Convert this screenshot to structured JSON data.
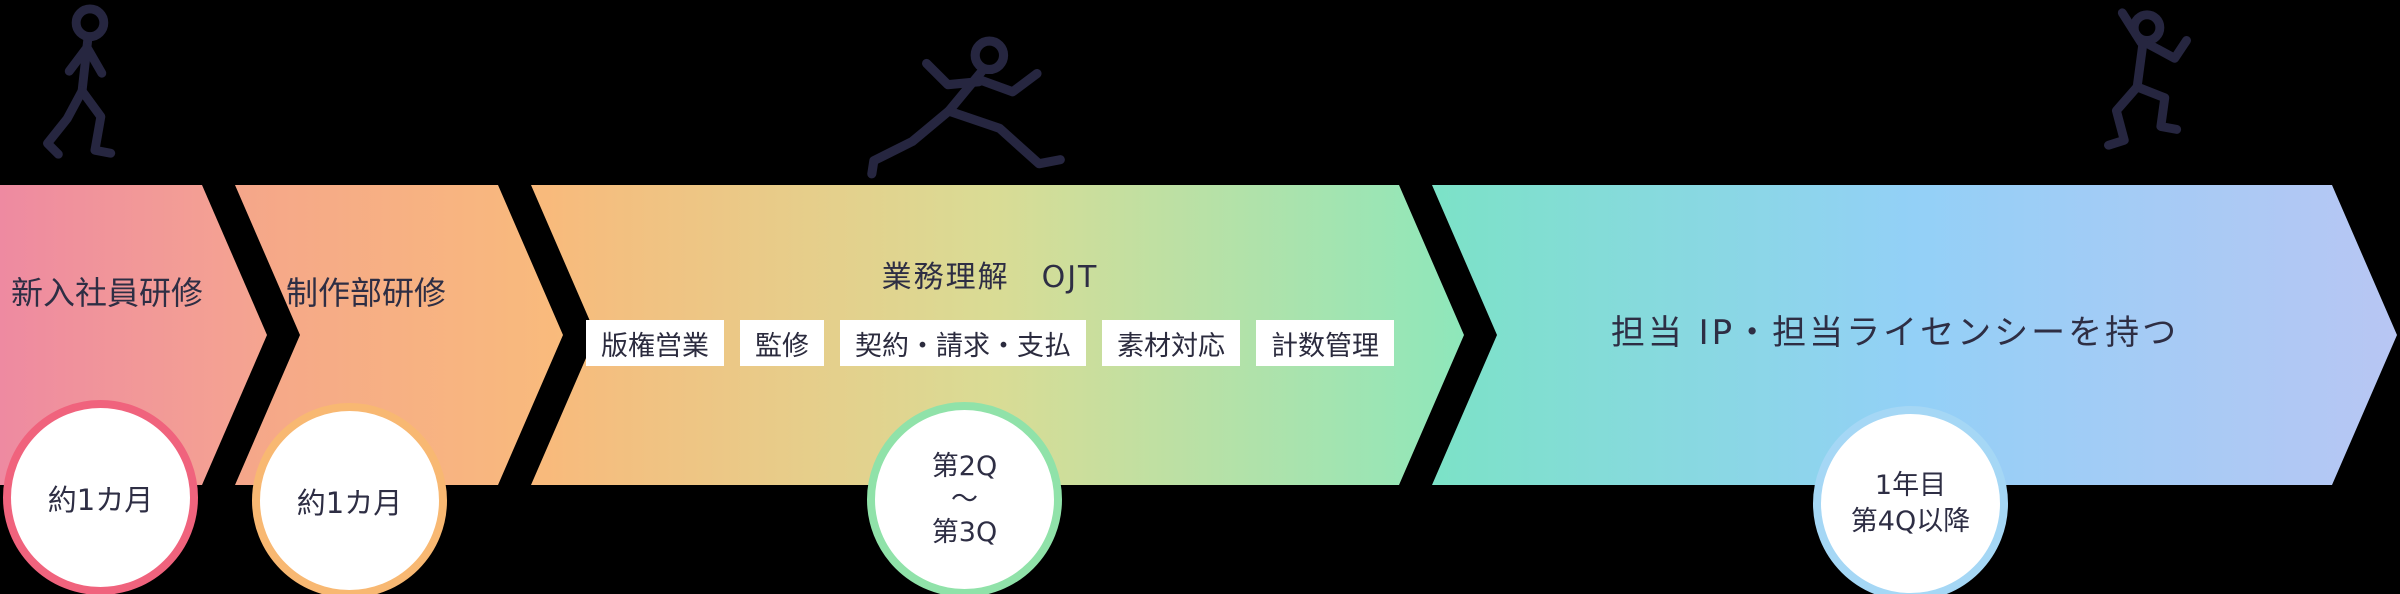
{
  "diagram": {
    "background": "#000000",
    "text_color": "#2e2e44",
    "icon_stroke_color": "#262640",
    "icons": {
      "start": "walking-person-icon",
      "middle": "running-person-icon",
      "end": "jumping-person-icon"
    },
    "steps": [
      {
        "label": "新入社員研修",
        "duration": "約1カ月",
        "gradient": [
          "#ee8aa1",
          "#f5a590"
        ],
        "badge_border": "#f0637d"
      },
      {
        "label": "制作部研修",
        "duration": "約1カ月",
        "gradient": [
          "#f5a68a",
          "#f9bb7c"
        ],
        "badge_border": "#f8b872"
      },
      {
        "label": "業務理解　OJT",
        "tags": [
          "版権営業",
          "監修",
          "契約・請求・支払",
          "素材対応",
          "計数管理"
        ],
        "duration_lines": [
          "第2Q",
          "〜",
          "第3Q"
        ],
        "gradient": [
          "#f9b97b",
          "#d9dc95",
          "#8ee7bb"
        ],
        "badge_border": "#90e2a9"
      },
      {
        "label": "担当 IP・担当ライセンシーを持つ",
        "duration_lines": [
          "1年目",
          "第4Q以降"
        ],
        "gradient": [
          "#7ce2c7",
          "#93d0f7",
          "#b8c6f3"
        ],
        "badge_border": "#a5d7f5"
      }
    ]
  }
}
